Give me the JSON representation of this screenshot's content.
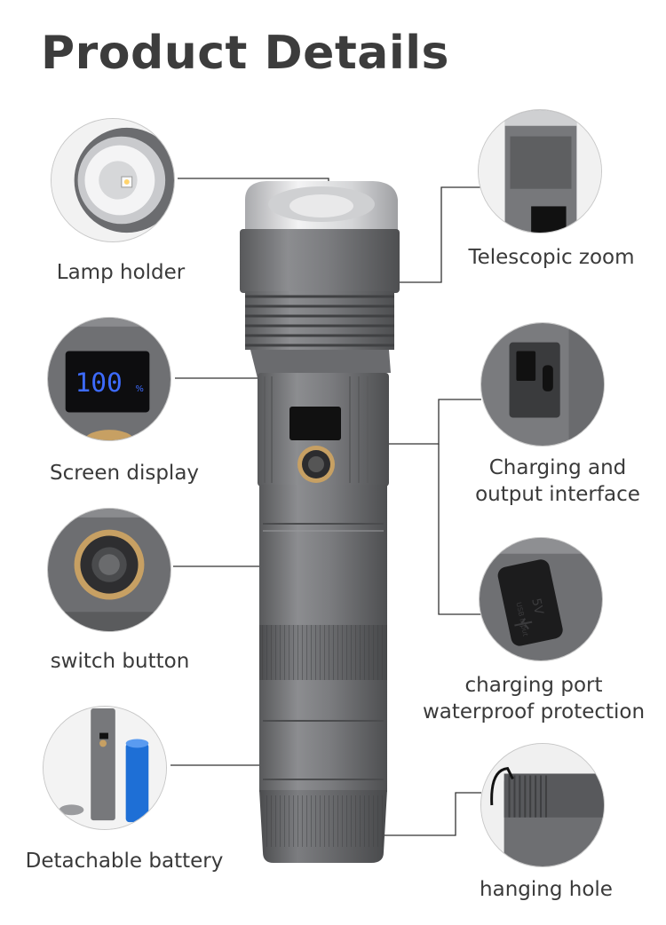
{
  "title": "Product Details",
  "features": {
    "lamp_holder": "Lamp holder",
    "telescopic_zoom": "Telescopic zoom",
    "screen_display": "Screen display",
    "screen_reading": "100",
    "screen_unit": "%",
    "charging_interface_line1": "Charging and",
    "charging_interface_line2": "output interface",
    "switch_button": "switch button",
    "charging_port_line1": "charging port",
    "charging_port_line2": "waterproof protection",
    "port_cover_text": "5V",
    "port_cover_subtext": "USB Input",
    "detachable_battery": "Detachable battery",
    "hanging_hole": "hanging hole"
  },
  "colors": {
    "body": "#7a7a7c",
    "body_dark": "#5e5f61",
    "head_silver": "#d9dadc",
    "ring_gold": "#b8904a",
    "battery_blue": "#1e6fd6",
    "screen_blue": "#3d6bff",
    "leader_line": "#333333"
  },
  "icons": [
    "led-chip-icon",
    "power-button-icon",
    "usb-port-icon",
    "usb-symbol-icon"
  ]
}
